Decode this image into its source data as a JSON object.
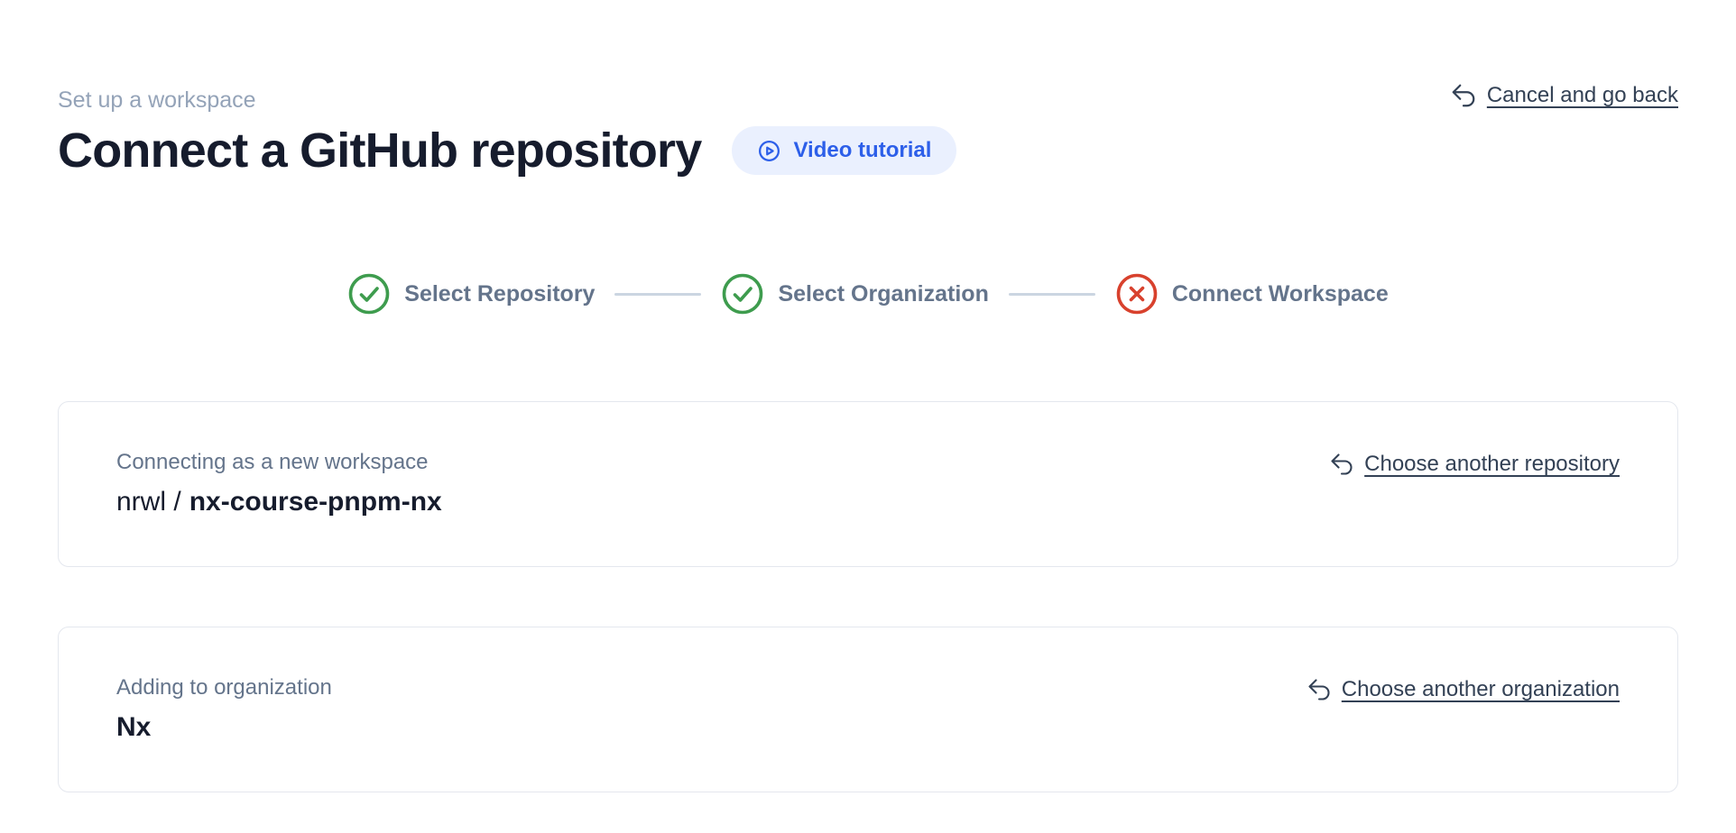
{
  "colors": {
    "blue": "#2d5fe9",
    "blue_bg": "#eaf0fe",
    "green": "#3e9c4e",
    "red": "#d8412d",
    "title": "#161c2d",
    "muted": "#64748b",
    "link": "#334155"
  },
  "header": {
    "eyebrow": "Set up a workspace",
    "title": "Connect a GitHub repository",
    "video_button_label": "Video tutorial",
    "cancel_label": "Cancel and go back"
  },
  "stepper": {
    "steps": [
      {
        "label": "Select Repository",
        "status": "done"
      },
      {
        "label": "Select Organization",
        "status": "done"
      },
      {
        "label": "Connect Workspace",
        "status": "error"
      }
    ]
  },
  "cards": [
    {
      "label": "Connecting as a new workspace",
      "value_prefix": "nrwl /",
      "value_main": "nx-course-pnpm-nx",
      "action_label": "Choose another repository"
    },
    {
      "label": "Adding to organization",
      "value_prefix": "",
      "value_main": "Nx",
      "action_label": "Choose another organization"
    }
  ]
}
